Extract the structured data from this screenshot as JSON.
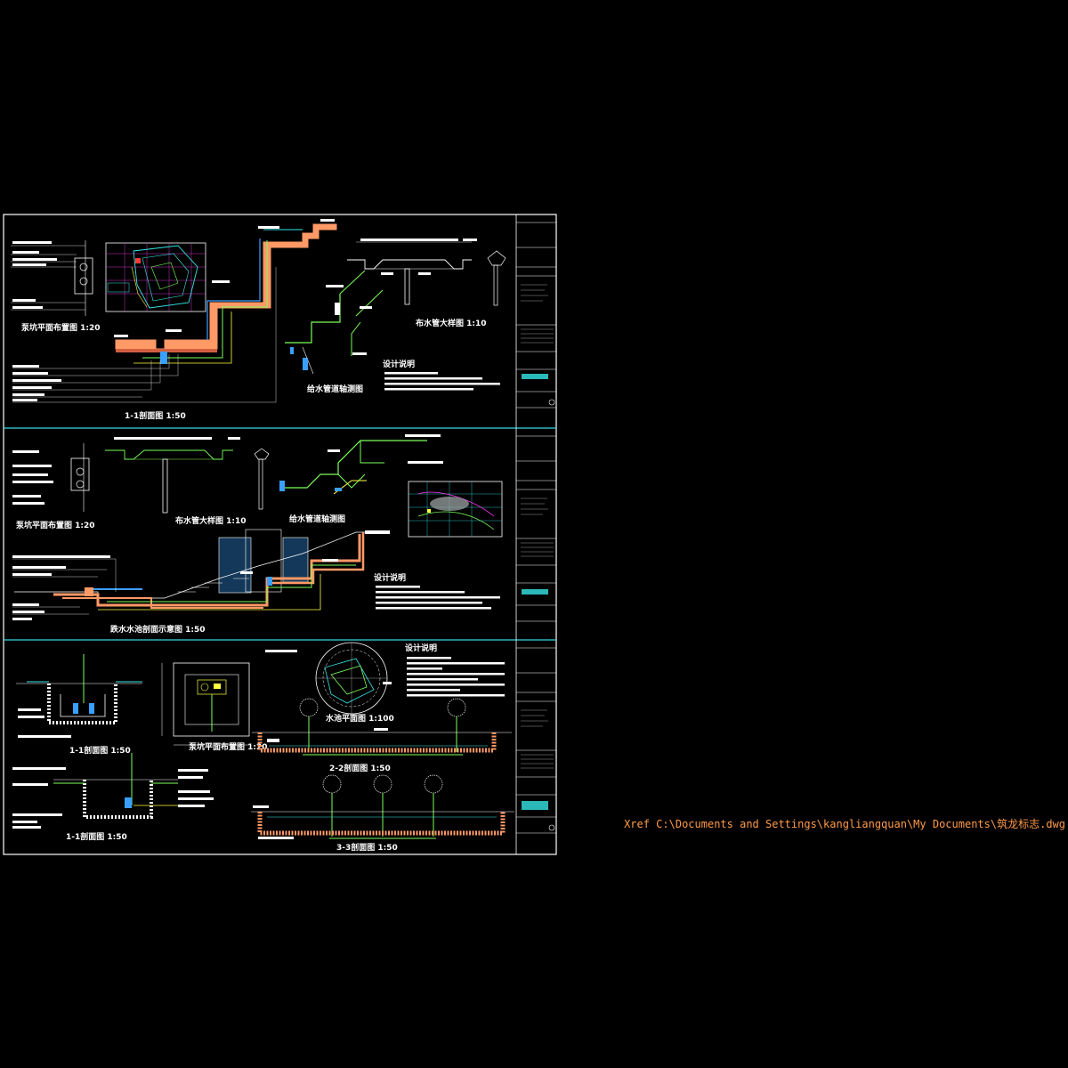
{
  "xref_text": "Xref C:\\Documents and Settings\\kangliangquan\\My Documents\\筑龙标志.dwg",
  "design_notes_title": "设计说明",
  "titles": {
    "top_section": "1-1剖面图 1:50",
    "top_detail_left": "泵坑平面布置图 1:20",
    "top_pipe": "给水管道轴测图",
    "top_nozzle": "布水管大样图 1:10",
    "mid_nozzle": "布水管大样图 1:10",
    "mid_pipe": "给水管道轴测图",
    "mid_section": "跌水水池剖面示意图 1:50",
    "bot_section_a": "1-1剖面图 1:50",
    "bot_section_b": "2-2剖面图 1:50",
    "bot_section_c": "3-3剖面图 1:50",
    "bot_plan": "水池平面图 1:100"
  },
  "colors": {
    "frame": "#ffffff",
    "divider": "#36d6e6",
    "wall": "#ff9966",
    "water": "#3aa0ff",
    "pipe_green": "#7dff5a",
    "pipe_yellow": "#ffff40",
    "cyan": "#36e6e6",
    "magenta": "#ff3aff"
  }
}
